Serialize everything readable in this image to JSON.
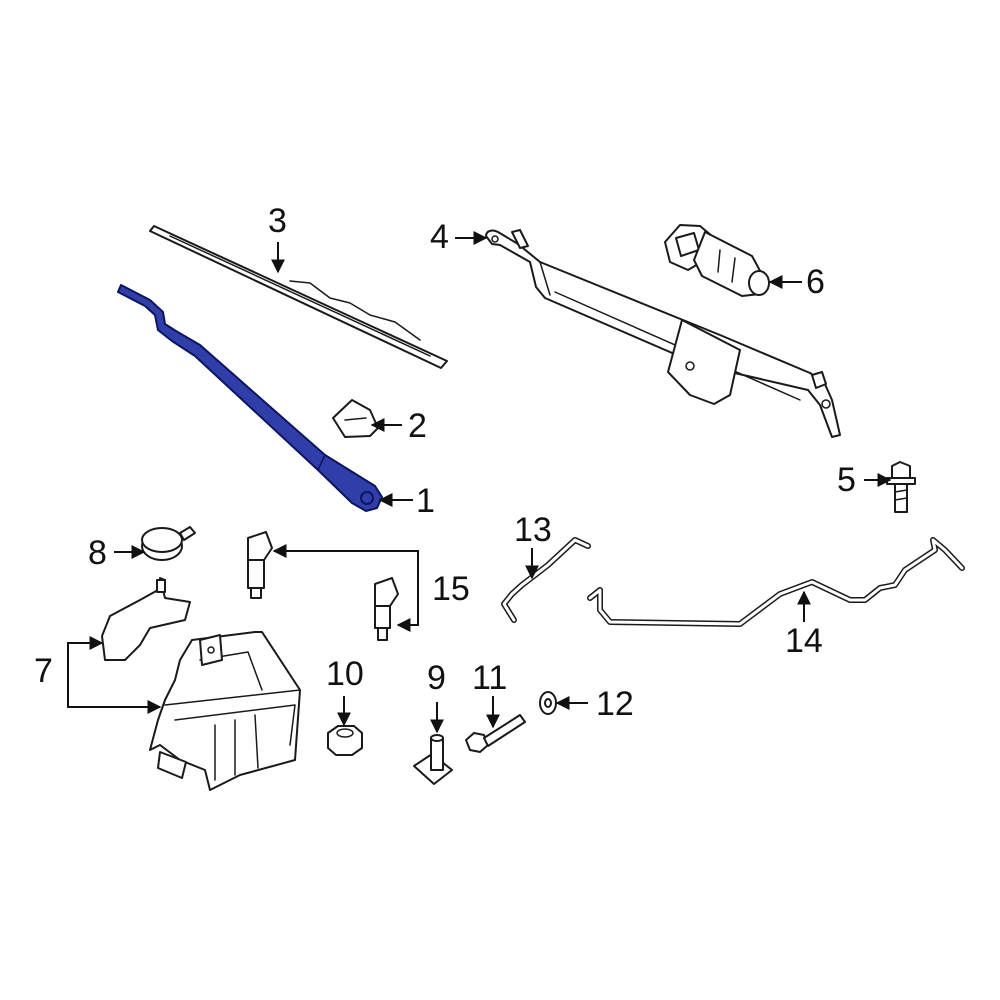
{
  "colors": {
    "highlight_fill": "#2f3ea8",
    "highlight_stroke": "#0d1560",
    "line": "#1a1a1a",
    "background": "#ffffff"
  },
  "highlighted_part": "1",
  "callouts": {
    "c1": "1",
    "c2": "2",
    "c3": "3",
    "c4": "4",
    "c5": "5",
    "c6": "6",
    "c7": "7",
    "c8": "8",
    "c9": "9",
    "c10": "10",
    "c11": "11",
    "c12": "12",
    "c13": "13",
    "c14": "14",
    "c15": "15"
  }
}
